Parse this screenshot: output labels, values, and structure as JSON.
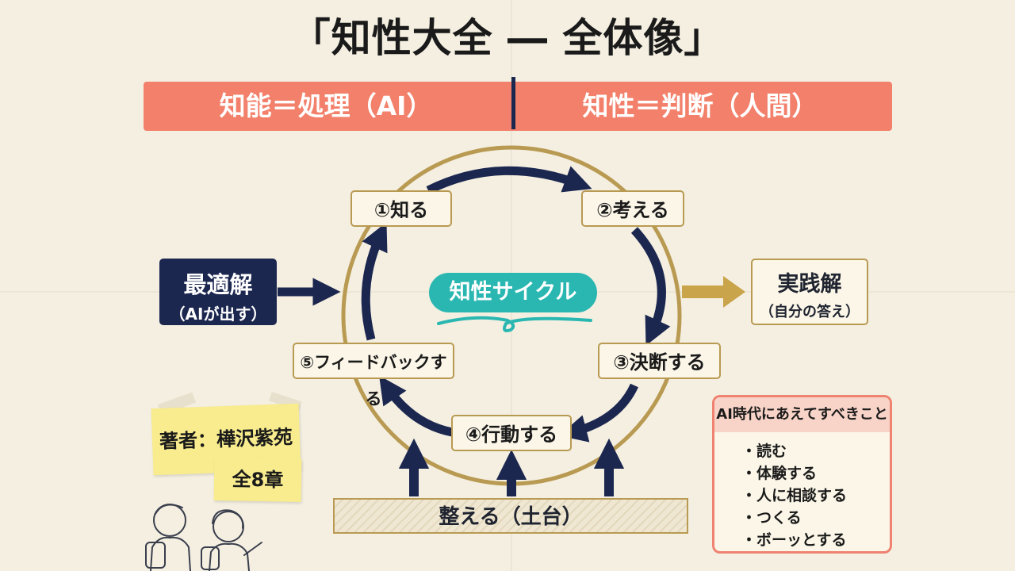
{
  "title": "「知性大全 ― 全体像」",
  "header": {
    "left_label": "知能＝処理（AI）",
    "right_label": "知性＝判断（人間）"
  },
  "cycle": {
    "label": "知性サイクル",
    "steps": [
      {
        "label": "①知る"
      },
      {
        "label": "②考える"
      },
      {
        "label": "③決断する"
      },
      {
        "label": "④行動する"
      },
      {
        "label": "⑤フィードバックする"
      }
    ]
  },
  "optimal": {
    "title": "最適解",
    "subtitle": "（AIが出す）"
  },
  "practical": {
    "title": "実践解",
    "subtitle": "（自分の答え）"
  },
  "foundation": {
    "label": "整える（土台）"
  },
  "sticky_notes": {
    "author": "著者：樺沢紫苑",
    "chapters": "全8章"
  },
  "ai_era": {
    "title": "AI時代にあえてすべきこと",
    "items": [
      "読む",
      "体験する",
      "人に相談する",
      "つくる",
      "ボーッとする"
    ]
  },
  "colors": {
    "background": "#f4efe1",
    "header_bar": "#f2806a",
    "navy": "#1c2750",
    "gold": "#b99a52",
    "teal": "#2bb7b1",
    "sticky": "#f8ec8e",
    "coral_border": "#ef8270"
  }
}
